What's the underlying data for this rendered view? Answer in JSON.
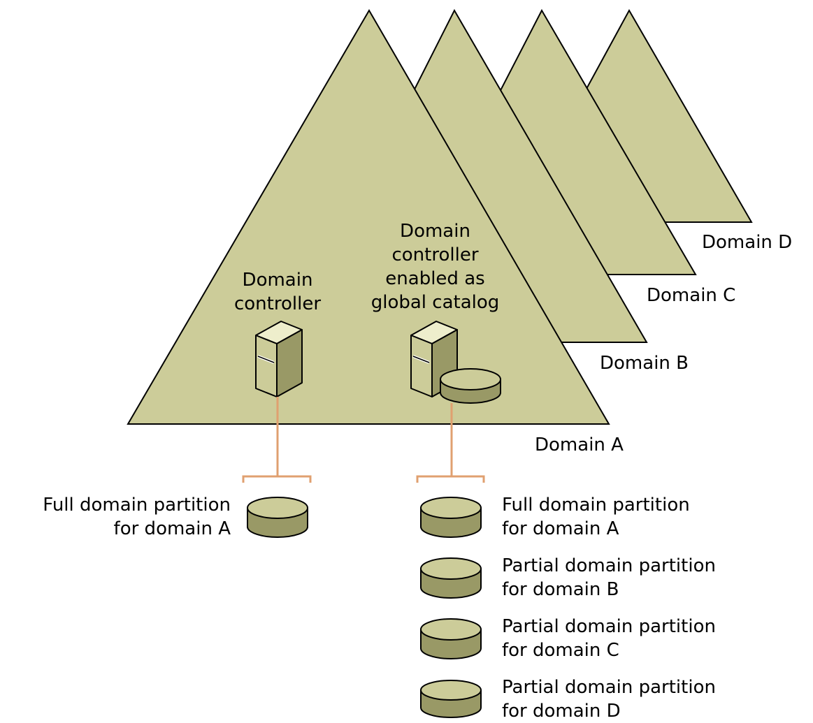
{
  "domains": {
    "a": "Domain A",
    "b": "Domain B",
    "c": "Domain C",
    "d": "Domain D"
  },
  "servers": {
    "dc": "Domain\ncontroller",
    "gc": "Domain\ncontroller\nenabled as\nglobal catalog"
  },
  "partitions": {
    "dc_full_a": "Full domain partition\nfor domain A",
    "gc_full_a": "Full domain partition\nfor domain A",
    "gc_partial_b": "Partial domain partition\nfor domain B",
    "gc_partial_c": "Partial domain partition\nfor domain C",
    "gc_partial_d": "Partial domain partition\nfor domain D"
  },
  "colors": {
    "forest_fill": "#cccc99",
    "server_front": "#999966",
    "server_side": "#cccc99",
    "disk_fill": "#999966",
    "connector": "#e0a070"
  }
}
